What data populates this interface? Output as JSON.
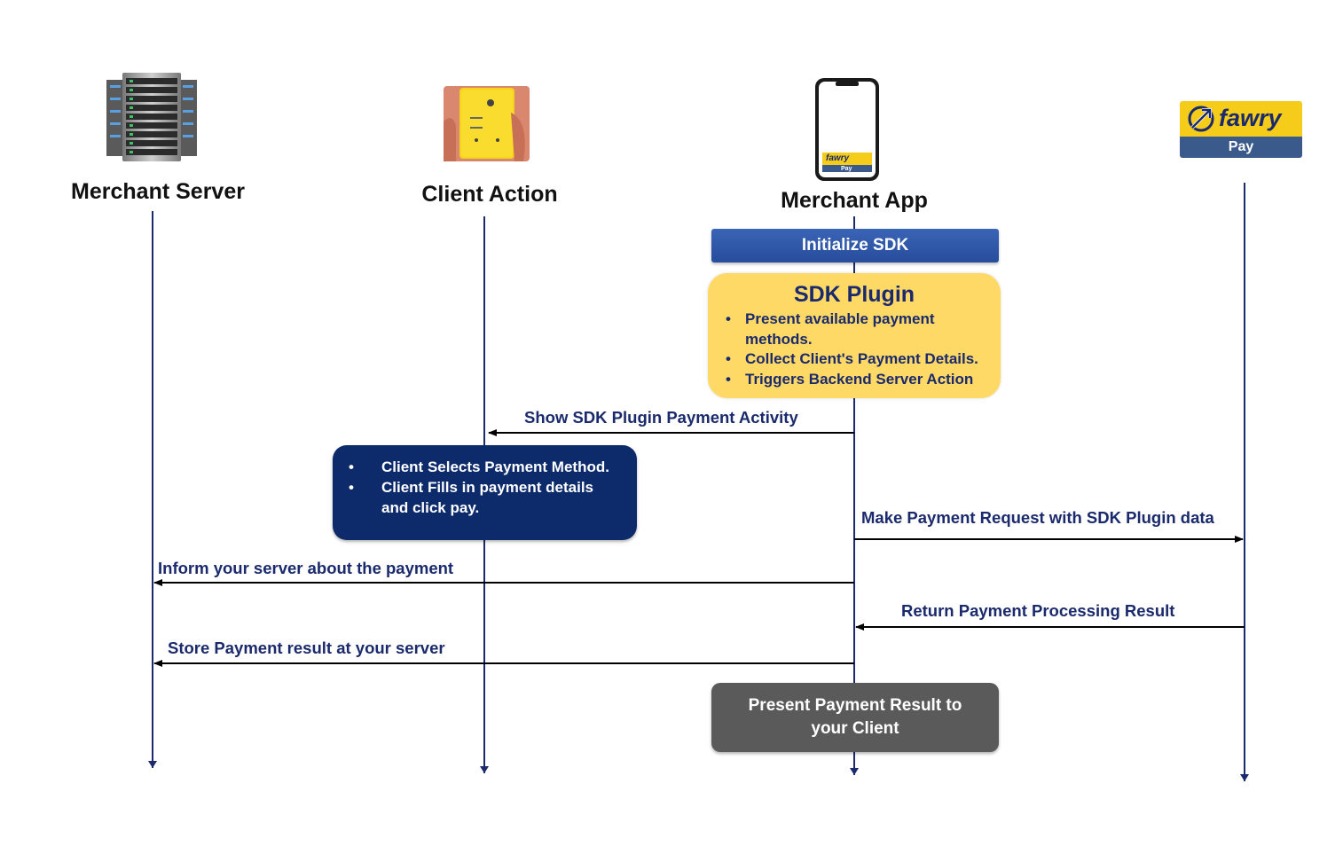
{
  "actors": {
    "merchant_server": "Merchant Server",
    "client_action": "Client Action",
    "merchant_app": "Merchant App",
    "fawry_logo": {
      "brand": "fawry",
      "sub": "Pay"
    }
  },
  "phone_logo": {
    "brand": "fawry",
    "sub": "Pay"
  },
  "init_sdk": "Initialize SDK",
  "sdk_plugin": {
    "title": "SDK Plugin",
    "items": [
      "Present available payment methods.",
      "Collect Client's Payment Details.",
      "Triggers Backend Server Action"
    ]
  },
  "client_box": {
    "items": [
      "Client Selects Payment Method.",
      "Client Fills in payment details and click pay."
    ]
  },
  "messages": {
    "show_activity": "Show SDK Plugin Payment Activity",
    "make_request": "Make Payment Request with SDK Plugin data",
    "inform_server": "Inform your server about the payment",
    "return_result": "Return Payment Processing Result",
    "store_result": "Store Payment result at your server"
  },
  "present_result": "Present Payment Result to your Client",
  "colors": {
    "lifeline": "#1a2a6c",
    "arrow": "#000000",
    "message_text": "#1a2a6c",
    "init_box": "#2f58a8",
    "plugin_box": "#ffd966",
    "client_box": "#0d2a6b",
    "result_box": "#5a5a5a",
    "fawry_yellow": "#f5cc1a",
    "fawry_blue": "#3a5a8c"
  }
}
